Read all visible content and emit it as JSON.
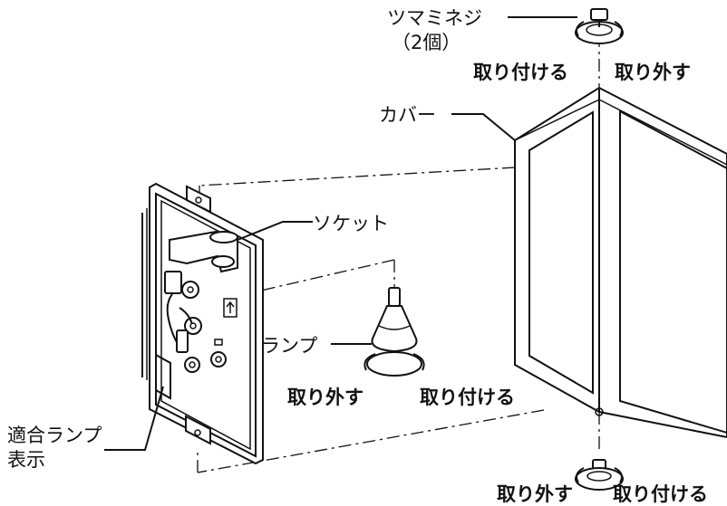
{
  "labels": {
    "knob_screw": "ツマミネジ",
    "knob_count": "（2個）",
    "cover": "カバー",
    "socket": "ソケット",
    "lamp": "ランプ",
    "compatible_lamp_line1": "適合ランプ",
    "compatible_lamp_line2": "表示"
  },
  "actions": {
    "attach": "取り付ける",
    "remove": "取り外す"
  }
}
